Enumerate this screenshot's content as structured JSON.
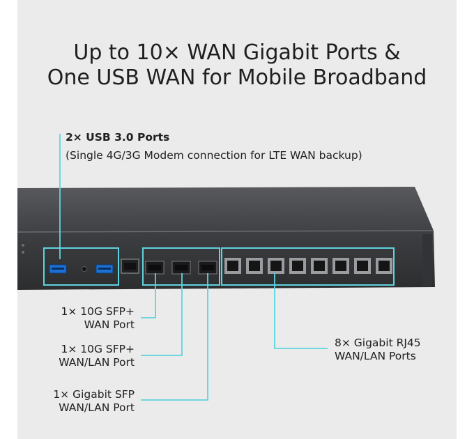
{
  "headline": {
    "line1": "Up to 10× WAN Gigabit Ports &",
    "line2": "One USB WAN for Mobile Broadband"
  },
  "callouts": {
    "usb": {
      "title": "2× USB 3.0 Ports",
      "detail": "(Single 4G/3G Modem connection for LTE WAN backup)"
    },
    "sfp_wan": {
      "line1": "1× 10G SFP+",
      "line2": "WAN Port"
    },
    "sfp_wanlan": {
      "line1": "1× 10G SFP+",
      "line2": "WAN/LAN Port"
    },
    "gigabit_sfp": {
      "line1": "1× Gigabit SFP",
      "line2": "WAN/LAN Port"
    },
    "rj45": {
      "line1": "8× Gigabit RJ45",
      "line2": "WAN/LAN Ports"
    }
  },
  "colors": {
    "accent": "#5fd3df",
    "panel": "#ebebeb",
    "device": "#3a3b3d"
  }
}
